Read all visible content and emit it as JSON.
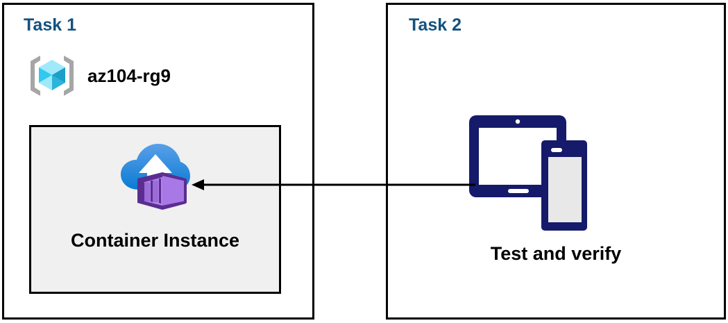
{
  "diagram": {
    "title": "Azure container instance task diagram",
    "background_color": "#ffffff",
    "panel_border_color": "#000000",
    "heading_color": "#14517F",
    "box_fill_color": "#f0f0f0",
    "arrow_color": "#000000",
    "device_icon_color": "#161croppedA6"
  },
  "panels": [
    {
      "id": "task1",
      "title": "Task 1",
      "resource_group": {
        "icon": "resource-group-icon",
        "label": "az104-rg9"
      },
      "box": {
        "icon": "container-instance-icon",
        "label": "Container Instance"
      }
    },
    {
      "id": "task2",
      "title": "Task 2",
      "devices": {
        "icon": "devices-tablet-phone-icon",
        "label": "Test and verify"
      }
    }
  ],
  "connector": {
    "name": "arrow-task2-to-container-instance",
    "direction": "right-to-left",
    "from": "Test and verify",
    "to": "Container Instance"
  }
}
